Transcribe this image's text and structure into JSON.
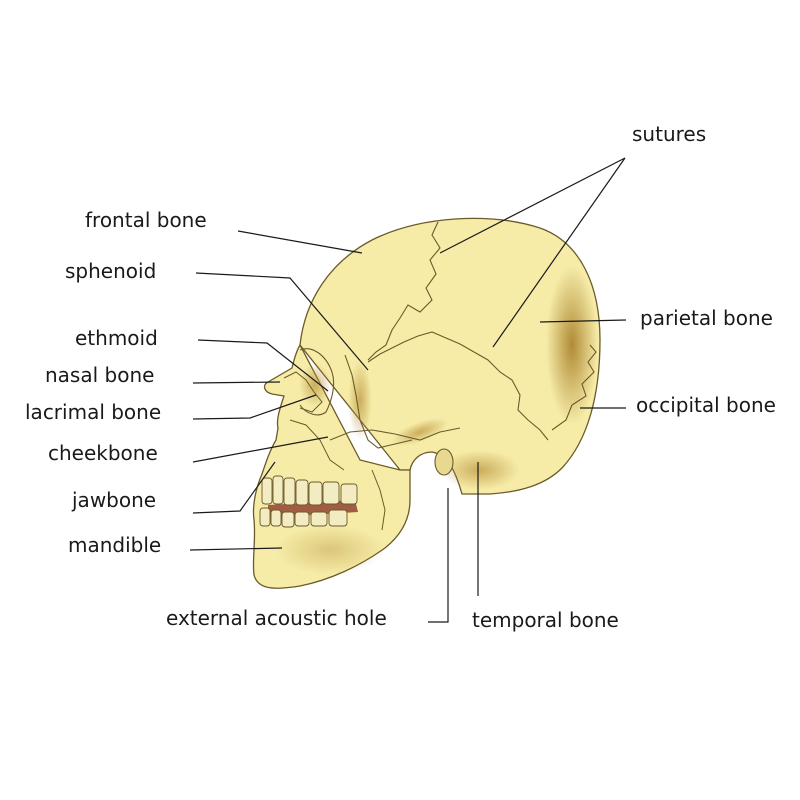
{
  "labels": {
    "sutures": "sutures",
    "frontal_bone": "frontal bone",
    "sphenoid": "sphenoid",
    "parietal_bone": "parietal bone",
    "ethmoid": "ethmoid",
    "nasal_bone": "nasal bone",
    "occipital_bone": "occipital bone",
    "lacrimal_bone": "lacrimal bone",
    "cheekbone": "cheekbone",
    "jawbone": "jawbone",
    "mandible": "mandible",
    "external_acoustic_hole": "external acoustic hole",
    "temporal_bone": "temporal bone"
  },
  "colors": {
    "bone": "#f6eca8",
    "bone_shadow": "#c9a54a",
    "bone_dark": "#8a6a1e",
    "outline": "#6b5a2a",
    "leader": "#1a1a1a",
    "gum": "#8b3a2a"
  }
}
